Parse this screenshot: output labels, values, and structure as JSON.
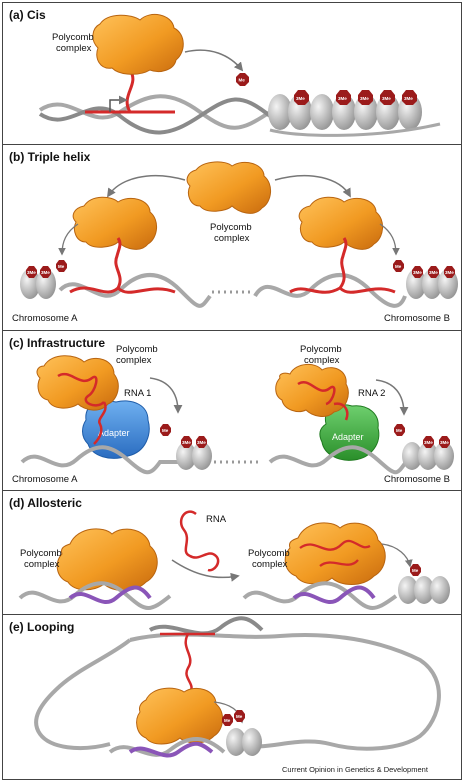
{
  "figure": {
    "credit": "Current Opinion in Genetics & Development",
    "methyl_mark": "Me",
    "trimethyl_mark": "3Me",
    "colors": {
      "polycomb": "#f19a22",
      "polycomb_dark": "#c86a0e",
      "rna": "#d42a2a",
      "dna": "#a8a8a8",
      "histone": "#b9b9b9",
      "mark": "#9b1b1b",
      "adapter_blue": "#3a86d6",
      "adapter_green": "#3bab3b",
      "purple": "#8a55b8"
    }
  },
  "panels": {
    "a": {
      "title": "(a) Cis",
      "complex_label_line1": "Polycomb",
      "complex_label_line2": "complex"
    },
    "b": {
      "title": "(b) Triple helix",
      "complex_label_line1": "Polycomb",
      "complex_label_line2": "complex",
      "chromosome_a": "Chromosome A",
      "chromosome_b": "Chromosome B"
    },
    "c": {
      "title": "(c) Infrastructure",
      "complex_left_line1": "Polycomb",
      "complex_left_line2": "complex",
      "complex_right_line1": "Polycomb",
      "complex_right_line2": "complex",
      "rna1": "RNA 1",
      "rna2": "RNA 2",
      "adapter_left": "Adapter",
      "adapter_right": "Adapter",
      "chromosome_a": "Chromosome A",
      "chromosome_b": "Chromosome B"
    },
    "d": {
      "title": "(d) Allosteric",
      "rna_label": "RNA",
      "complex_left_line1": "Polycomb",
      "complex_left_line2": "complex",
      "complex_right_line1": "Polycomb",
      "complex_right_line2": "complex"
    },
    "e": {
      "title": "(e) Looping"
    }
  }
}
